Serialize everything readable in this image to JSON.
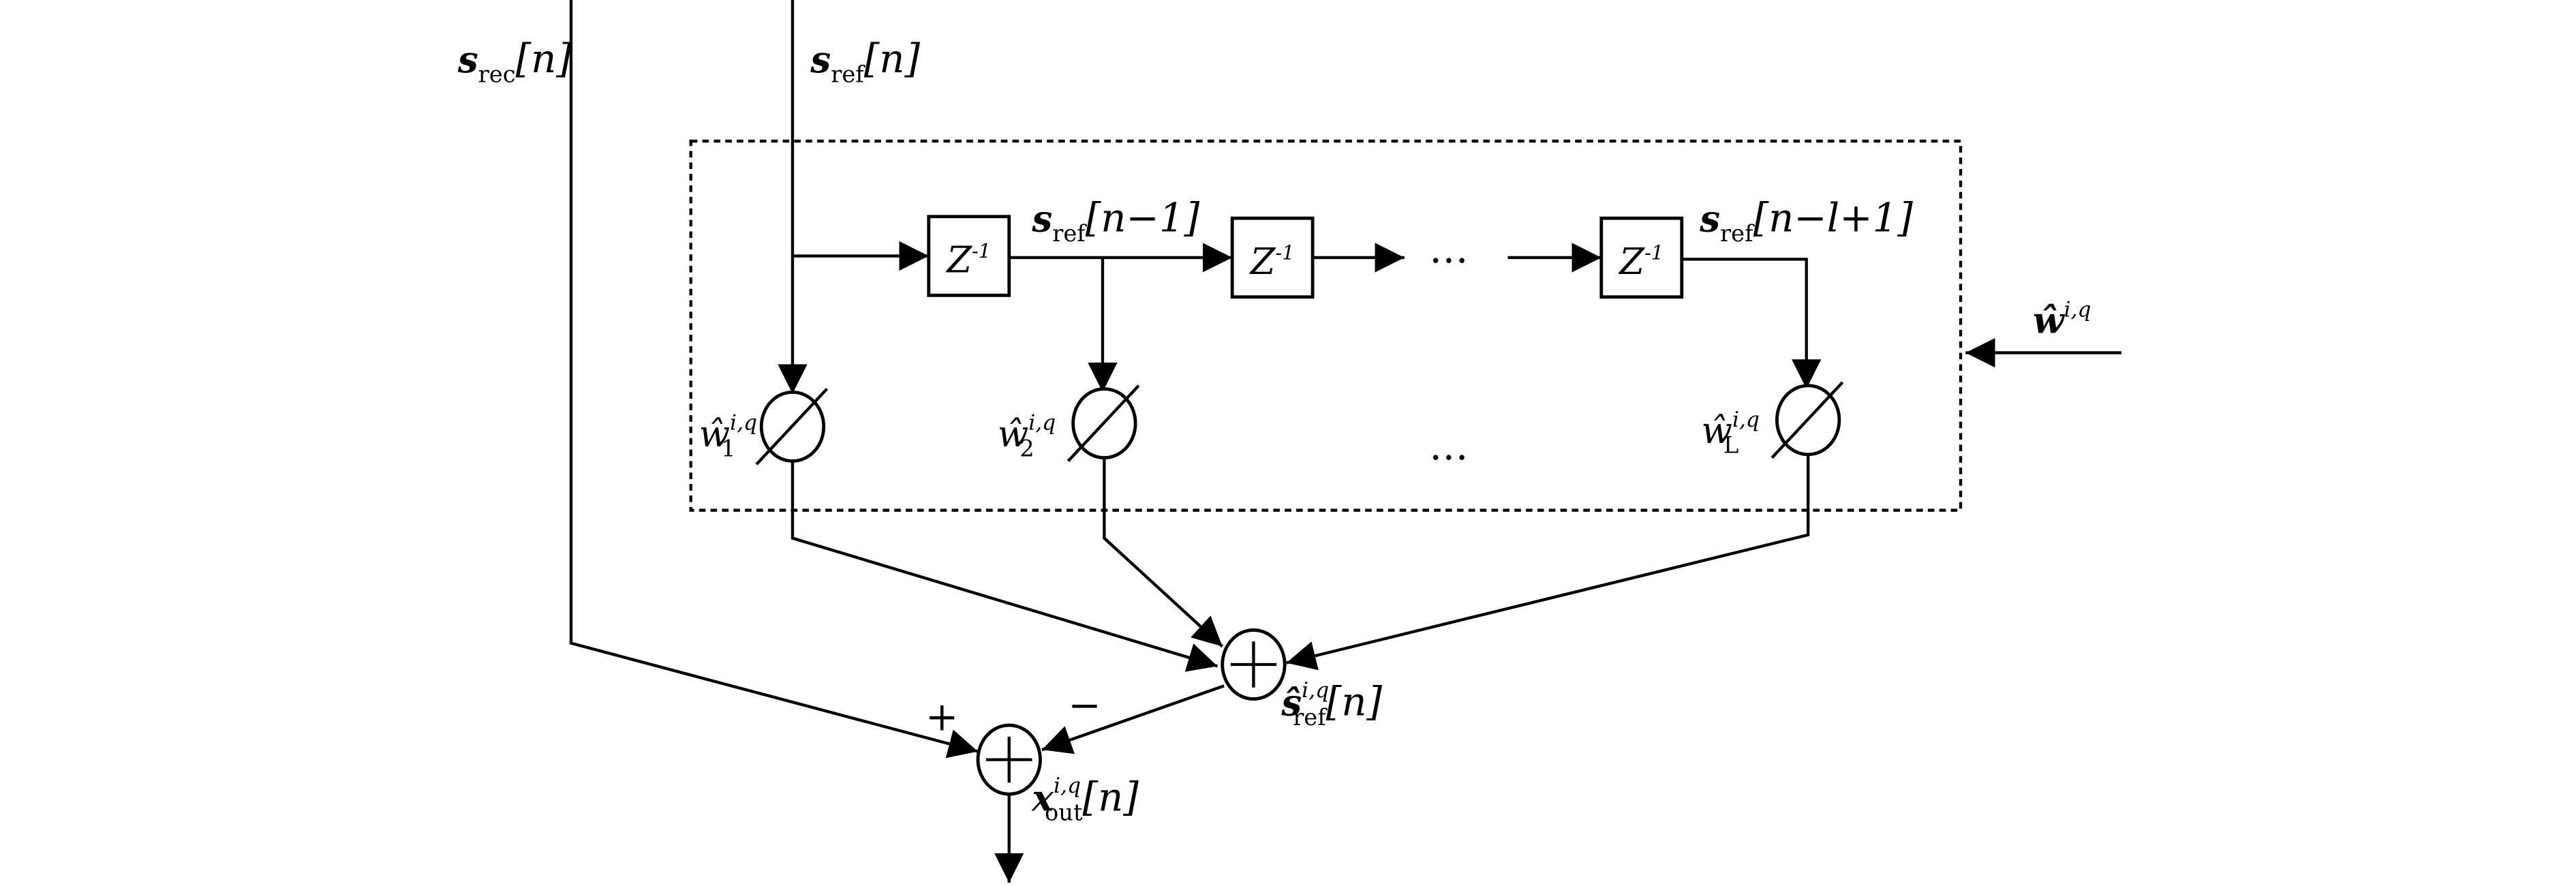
{
  "diagram": {
    "inputs": {
      "s_rec": {
        "main": "s",
        "sub": "rec",
        "tail": "[n]"
      },
      "s_ref": {
        "main": "s",
        "sub": "ref",
        "tail": "[n]"
      }
    },
    "delays": [
      {
        "label": "Z",
        "exp": "-1"
      },
      {
        "label": "Z",
        "exp": "-1"
      },
      {
        "label": "Z",
        "exp": "-1"
      }
    ],
    "delay_outputs": [
      {
        "main": "s",
        "sub": "ref",
        "tail": "[n−1]"
      },
      {
        "main": "s",
        "sub": "ref",
        "tail": "[n−l+1]"
      }
    ],
    "ellipsis": "…",
    "weights": [
      {
        "main": "ŵ",
        "sup": "i,q",
        "sub": "1"
      },
      {
        "main": "ŵ",
        "sup": "i,q",
        "sub": "2"
      },
      {
        "main": "ŵ",
        "sup": "i,q",
        "sub": "L"
      }
    ],
    "weight_vector": {
      "main": "ŵ",
      "sup": "i,q"
    },
    "sum_ref": {
      "main": "ŝ",
      "sup": "i,q",
      "sub": "ref",
      "tail": "[n]"
    },
    "output": {
      "main": "x",
      "sup": "i,q",
      "sub": "out",
      "tail": "[n]"
    },
    "signs": {
      "plus": "+",
      "minus": "−"
    },
    "colors": {
      "stroke": "#000000",
      "background": "#ffffff"
    }
  }
}
